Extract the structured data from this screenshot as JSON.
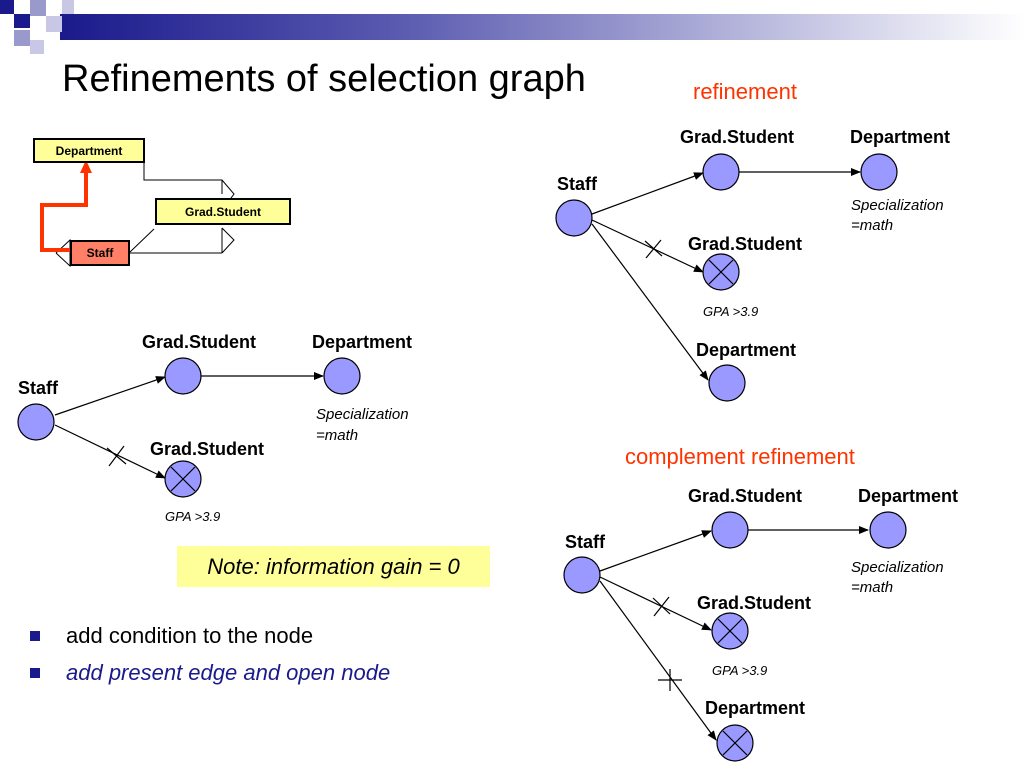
{
  "title": "Refinements of selection graph",
  "colors": {
    "node_fill": "#9999ff",
    "accent_red": "#ff3300",
    "bullet_blue": "#1a1a8c",
    "note_bg": "#ffff99",
    "box_yellow": "#ffff99",
    "box_salmon": "#ff8066"
  },
  "schema": {
    "department": "Department",
    "grad_student": "Grad.Student",
    "staff": "Staff"
  },
  "left_graph": {
    "staff": "Staff",
    "grad_top": "Grad.Student",
    "department": "Department",
    "condition": [
      "Specialization",
      "=math"
    ],
    "grad_bottom": "Grad.Student",
    "gpa": "GPA >3.9"
  },
  "refinement": {
    "heading": "refinement",
    "staff": "Staff",
    "grad_top": "Grad.Student",
    "department_top": "Department",
    "condition": [
      "Specialization",
      "=math"
    ],
    "grad_mid": "Grad.Student",
    "gpa": "GPA >3.9",
    "department_bottom": "Department"
  },
  "complement": {
    "heading": "complement refinement",
    "staff": "Staff",
    "grad_top": "Grad.Student",
    "department_top": "Department",
    "condition": [
      "Specialization",
      "=math"
    ],
    "grad_mid": "Grad.Student",
    "gpa": "GPA >3.9",
    "department_bottom": "Department"
  },
  "note": "Note: information gain = 0",
  "bullets": [
    "add condition to the node",
    "add present edge and open node"
  ]
}
